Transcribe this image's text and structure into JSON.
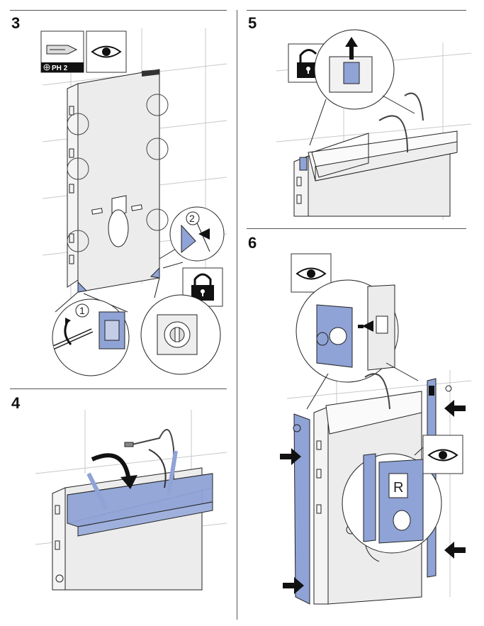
{
  "steps": [
    {
      "number": "3"
    },
    {
      "number": "4"
    },
    {
      "number": "5"
    },
    {
      "number": "6"
    }
  ],
  "tool": {
    "label": "PH 2",
    "icon": "screwdriver-icon"
  },
  "callouts": {
    "one": "1",
    "two": "2"
  },
  "marker_letter": "R",
  "colors": {
    "accent_blue": "#8fa3d6",
    "line": "#222222",
    "wall": "#cfcfcf"
  }
}
